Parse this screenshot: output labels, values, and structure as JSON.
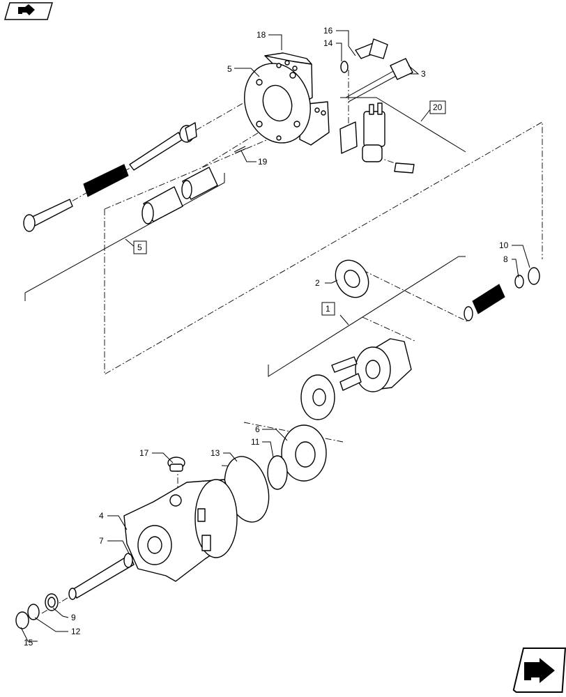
{
  "nav": {
    "back_icon": "arrow-curved-icon",
    "next_icon": "arrow-curved-icon"
  },
  "callouts": {
    "c1": "1",
    "c2": "2",
    "c3": "3",
    "c4": "4",
    "c5": "5",
    "c6": "6",
    "c7": "7",
    "c8": "8",
    "c9": "9",
    "c10": "10",
    "c11": "11",
    "c12": "12",
    "c13": "13",
    "c14": "14",
    "c15": "15",
    "c16": "16",
    "c17": "17",
    "c18": "18",
    "c19": "19",
    "c20": "20",
    "g1": "1",
    "g5": "5",
    "g20": "20"
  }
}
